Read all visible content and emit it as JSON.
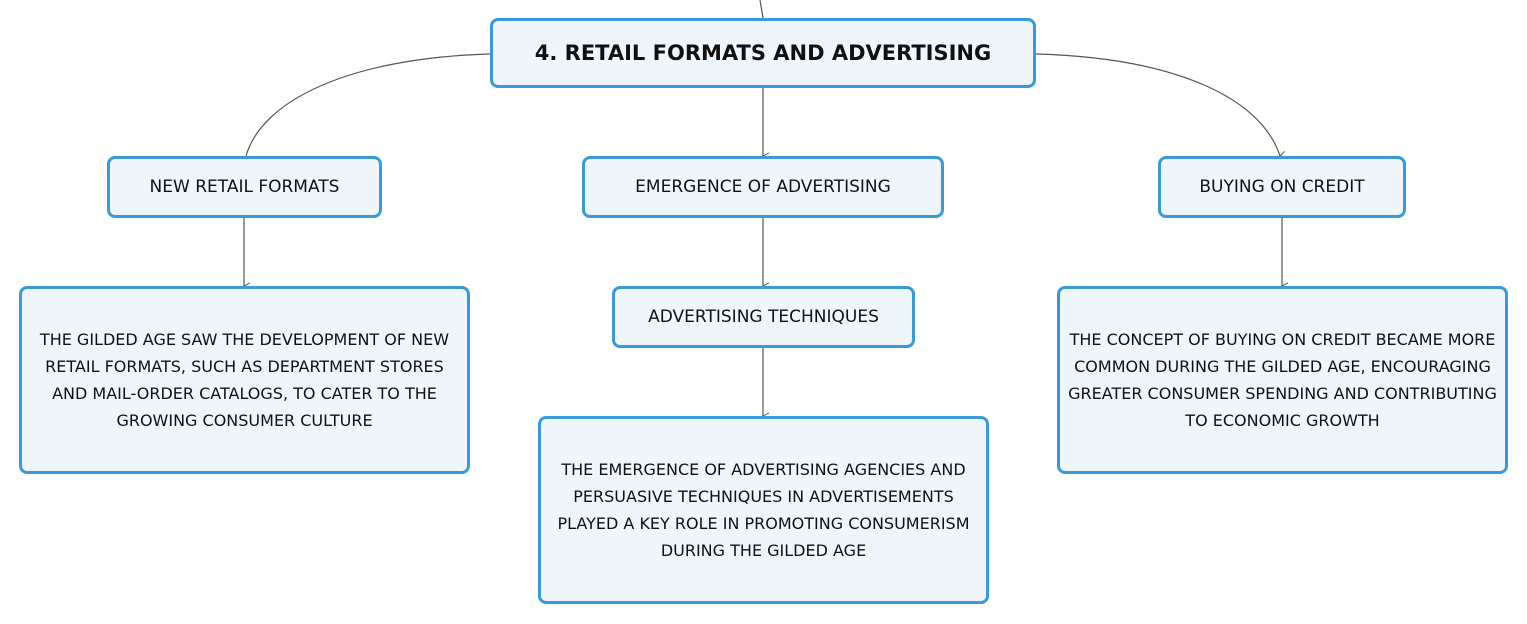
{
  "colors": {
    "node_fill": "#eef6fc",
    "node_border": "#3a9ad9",
    "connector": "#555555",
    "text": "#111111"
  },
  "root": {
    "label": "4. RETAIL FORMATS AND ADVERTISING"
  },
  "branches": {
    "retail": {
      "label": "NEW RETAIL FORMATS",
      "description": "THE GILDED AGE SAW THE DEVELOPMENT OF NEW RETAIL FORMATS, SUCH AS DEPARTMENT STORES AND MAIL-ORDER CATALOGS, TO CATER TO THE GROWING CONSUMER CULTURE"
    },
    "advertising": {
      "label": "EMERGENCE OF ADVERTISING",
      "sub_label": "ADVERTISING TECHNIQUES",
      "description": "THE EMERGENCE OF ADVERTISING AGENCIES AND PERSUASIVE TECHNIQUES IN ADVERTISEMENTS PLAYED A KEY ROLE IN PROMOTING CONSUMERISM DURING THE GILDED AGE"
    },
    "credit": {
      "label": "BUYING ON CREDIT",
      "description": "THE CONCEPT OF BUYING ON CREDIT BECAME MORE COMMON DURING THE GILDED AGE, ENCOURAGING GREATER CONSUMER SPENDING AND CONTRIBUTING TO ECONOMIC GROWTH"
    }
  }
}
